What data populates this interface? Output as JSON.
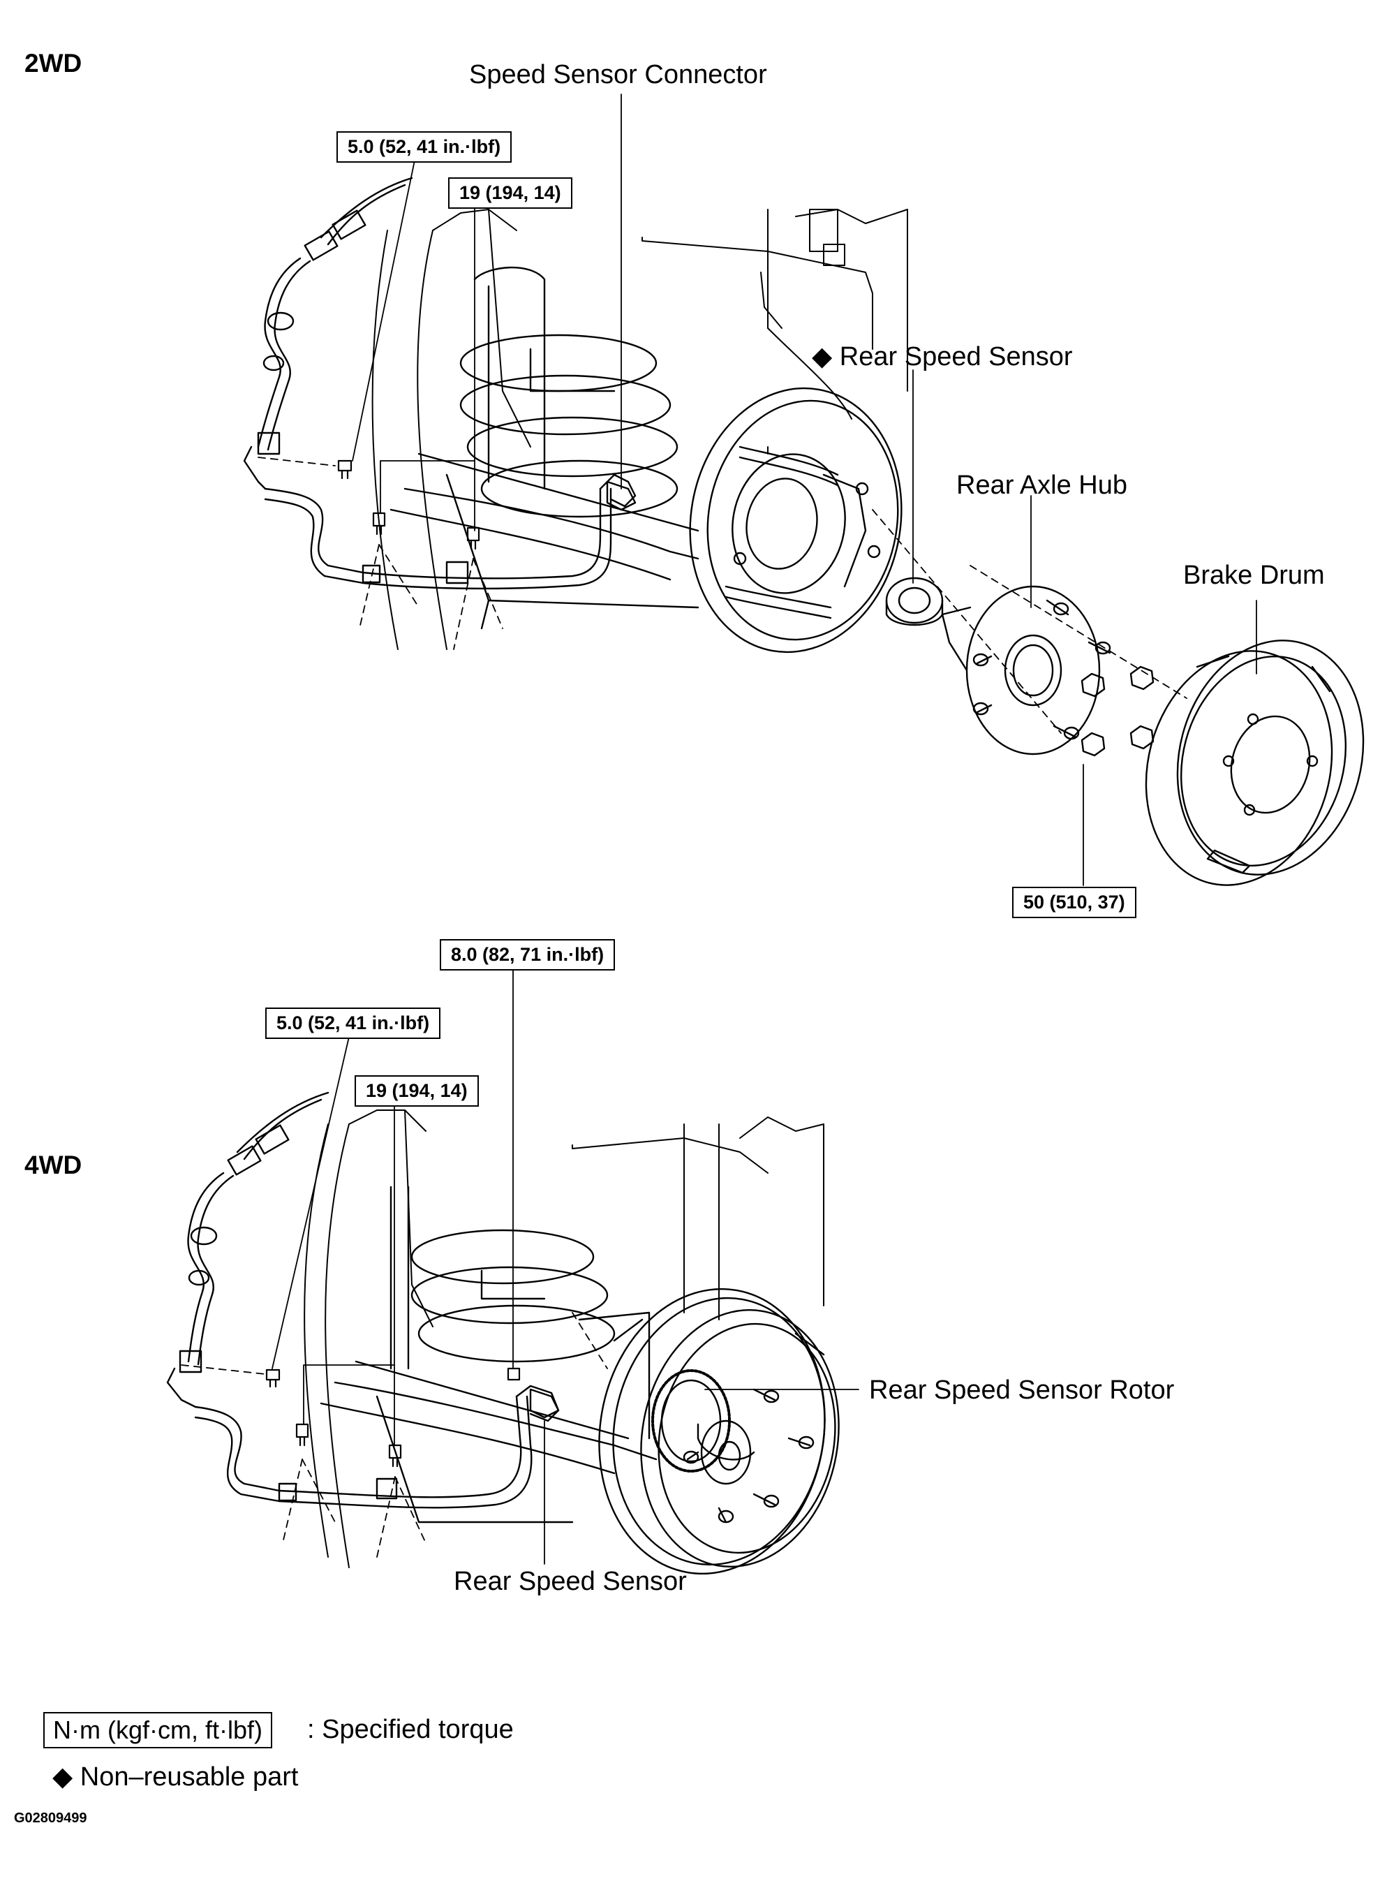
{
  "sections": {
    "top": "2WD",
    "bottom": "4WD"
  },
  "labels_2wd": {
    "speed_sensor_connector": "Speed Sensor Connector",
    "rear_speed_sensor": "Rear Speed Sensor",
    "rear_axle_hub": "Rear Axle Hub",
    "brake_drum": "Brake Drum",
    "non_reusable_symbol": "◆"
  },
  "torques_2wd": {
    "bracket_bolt": "5.0 (52, 41 in.·lbf)",
    "clamp_bolt": "19 (194, 14)",
    "hub_nut": "50 (510, 37)"
  },
  "labels_4wd": {
    "rear_speed_sensor_rotor": "Rear Speed Sensor Rotor",
    "rear_speed_sensor": "Rear Speed Sensor"
  },
  "torques_4wd": {
    "sensor_bolt": "8.0 (82, 71 in.·lbf)",
    "bracket_bolt": "5.0 (52, 41 in.·lbf)",
    "clamp_bolt": "19 (194, 14)"
  },
  "legend": {
    "torque_unit": "N·m (kgf·cm, ft·lbf)",
    "torque_desc": ": Specified torque",
    "diamond": "◆",
    "non_reusable": "Non–reusable part"
  },
  "figure_code": "G02809499"
}
